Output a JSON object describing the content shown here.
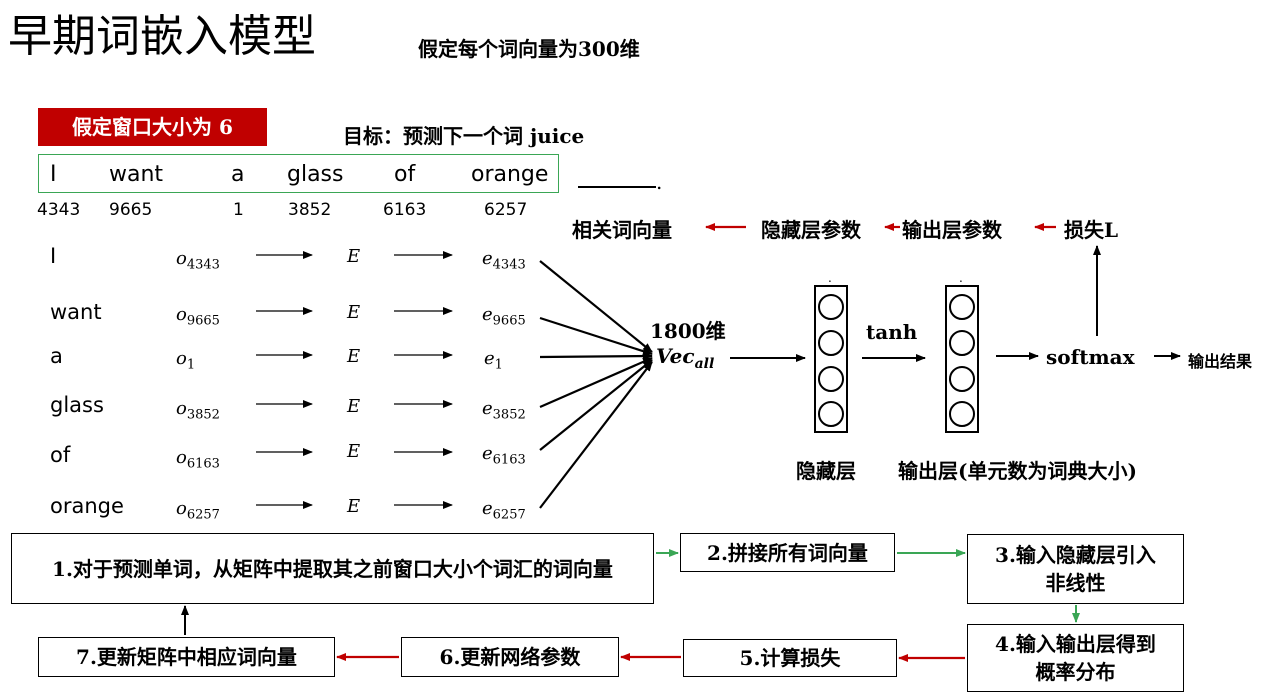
{
  "title": "早期词嵌入模型",
  "subtitle": "假定每个词向量为300维",
  "window_label": "假定窗口大小为 6",
  "goal": "目标：预测下一个词 juice",
  "sentence": {
    "words": [
      "I",
      "want",
      "a",
      "glass",
      "of",
      "orange"
    ],
    "indices": [
      "4343",
      "9665",
      "1",
      "3852",
      "6163",
      "6257"
    ],
    "blank_period": "."
  },
  "rows": [
    {
      "word": "I",
      "onehot_sym": "o",
      "onehot_sub": "4343",
      "matrix": "E",
      "embed_sym": "e",
      "embed_sub": "4343"
    },
    {
      "word": "want",
      "onehot_sym": "o",
      "onehot_sub": "9665",
      "matrix": "E",
      "embed_sym": "e",
      "embed_sub": "9665"
    },
    {
      "word": "a",
      "onehot_sym": "o",
      "onehot_sub": "1",
      "matrix": "E",
      "embed_sym": "e",
      "embed_sub": "1"
    },
    {
      "word": "glass",
      "onehot_sym": "o",
      "onehot_sub": "3852",
      "matrix": "E",
      "embed_sym": "e",
      "embed_sub": "3852"
    },
    {
      "word": "of",
      "onehot_sym": "o",
      "onehot_sub": "6163",
      "matrix": "E",
      "embed_sym": "e",
      "embed_sub": "6163"
    },
    {
      "word": "orange",
      "onehot_sym": "o",
      "onehot_sub": "6257",
      "matrix": "E",
      "embed_sym": "e",
      "embed_sub": "6257"
    }
  ],
  "concat": {
    "dim": "1800维",
    "vec_sym": "Vec",
    "vec_sub": "all"
  },
  "activation": "tanh",
  "softmax": "softmax",
  "output_result": "输出结果",
  "hidden_layer_label": "隐藏层",
  "output_layer_label": "输出层(单元数为词典大小)",
  "backprop": {
    "related_vectors": "相关词向量",
    "hidden_params": "隐藏层参数",
    "output_params": "输出层参数",
    "loss": "损失L"
  },
  "steps": {
    "s1": "1.对于预测单词，从矩阵中提取其之前窗口大小个词汇的词向量",
    "s2": "2.拼接所有词向量",
    "s3": "3.输入隐藏层引入非线性",
    "s4": "4.输入输出层得到概率分布",
    "s5": "5.计算损失",
    "s6": "6.更新网络参数",
    "s7": "7.更新矩阵中相应词向量"
  },
  "colors": {
    "red": "#c00000",
    "green": "#3aa655",
    "black": "#000000"
  }
}
